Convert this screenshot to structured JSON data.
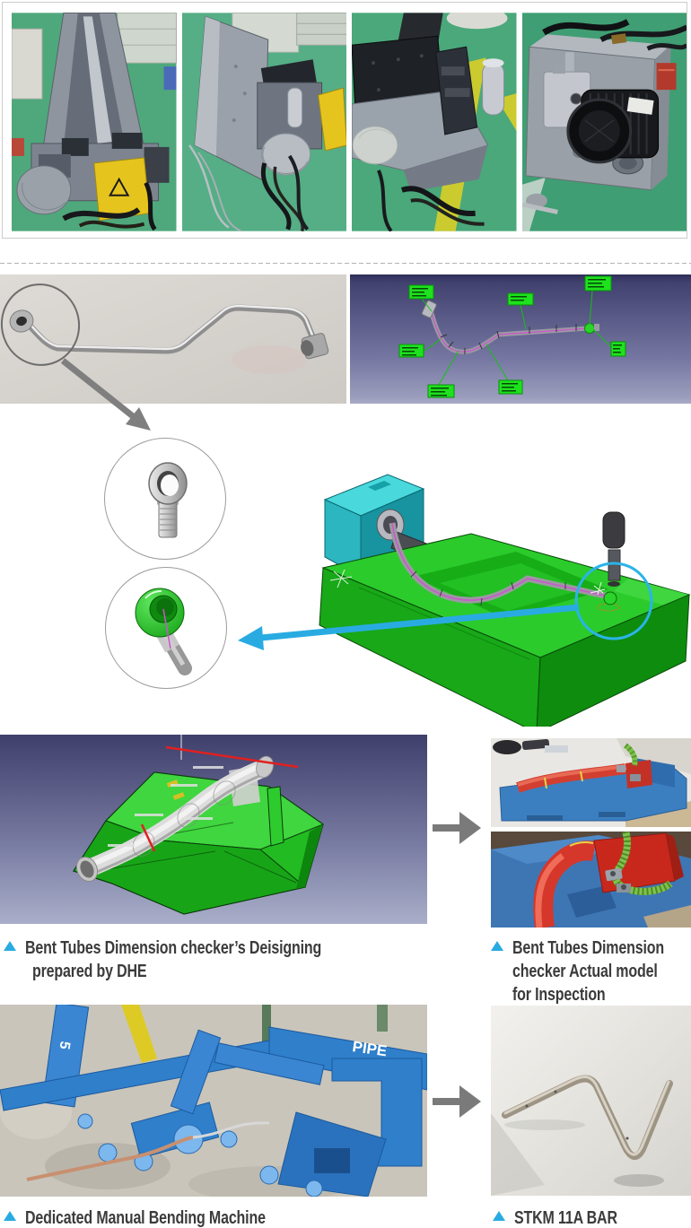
{
  "colors": {
    "accent_cyan": "#29abe2",
    "arrow_gray": "#7f7f7f",
    "caption_text": "#3b3b3b",
    "divider_gray": "#b3b3b3",
    "frame_border": "#cccccc",
    "cad_label_green": "#1de21d",
    "fixture_green": "#2bcb2b",
    "fixture_teal": "#2cb6bf"
  },
  "captions": {
    "design": {
      "lines": [
        "Bent Tubes Dimension checker’s Deisigning",
        "prepared by DHE"
      ]
    },
    "actual_model": {
      "lines": [
        "Bent Tubes Dimension",
        "checker Actual model",
        "for Inspection"
      ]
    },
    "manual_machine": {
      "lines": [
        "Dedicated Manual Bending Machine"
      ]
    },
    "stkm_bar": {
      "lines": [
        "STKM 11A BAR"
      ]
    }
  },
  "photo_text": {
    "pipe_marking": "PIPE",
    "station_number": "5"
  },
  "cad_annotations": {
    "measurement_label_count": "7"
  }
}
